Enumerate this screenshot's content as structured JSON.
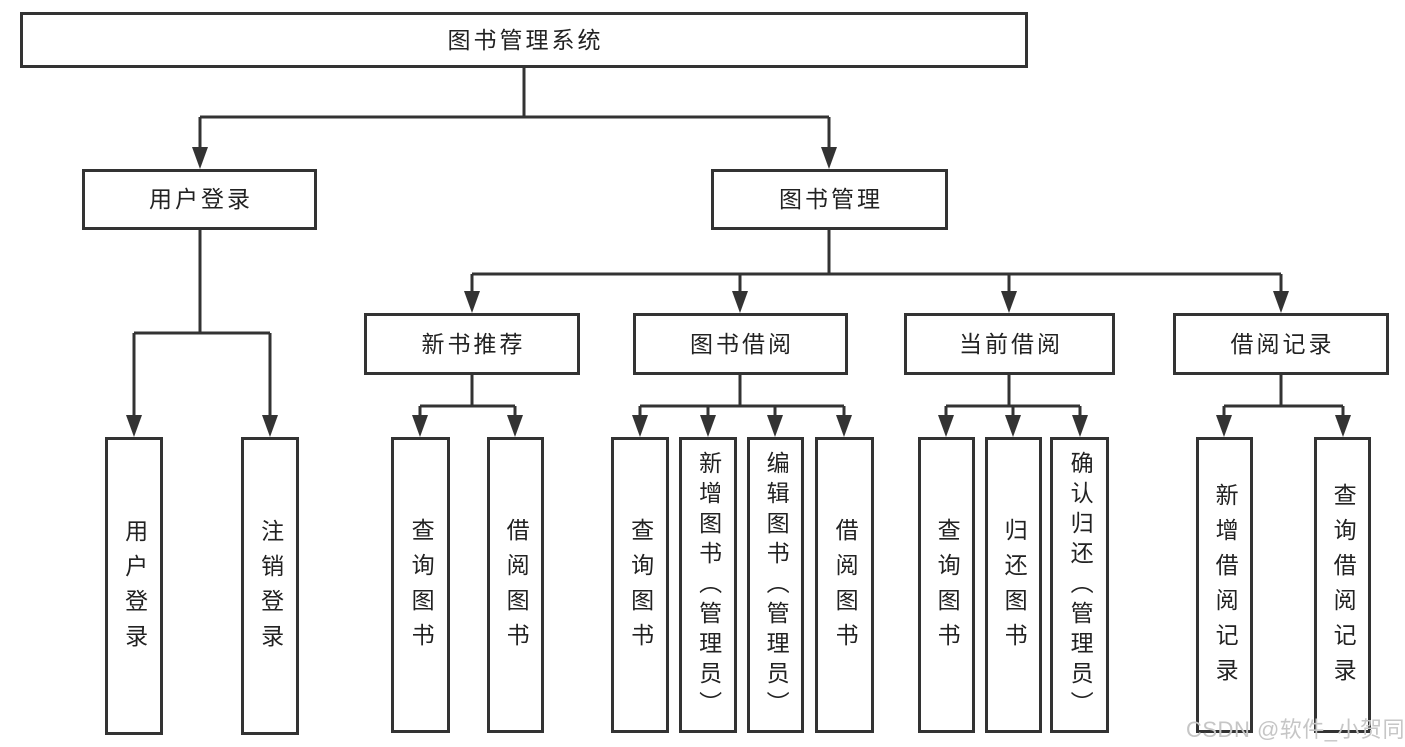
{
  "diagram": {
    "root": {
      "label": "图书管理系统",
      "children": [
        {
          "label": "用户登录",
          "children": [
            {
              "label": "用户登录"
            },
            {
              "label": "注销登录"
            }
          ]
        },
        {
          "label": "图书管理",
          "children": [
            {
              "label": "新书推荐",
              "children": [
                {
                  "label": "查询图书"
                },
                {
                  "label": "借阅图书"
                }
              ]
            },
            {
              "label": "图书借阅",
              "children": [
                {
                  "label": "查询图书"
                },
                {
                  "label": "新增图书（管理员）"
                },
                {
                  "label": "编辑图书（管理员）"
                },
                {
                  "label": "借阅图书"
                }
              ]
            },
            {
              "label": "当前借阅",
              "children": [
                {
                  "label": "查询图书"
                },
                {
                  "label": "归还图书"
                },
                {
                  "label": "确认归还（管理员）"
                }
              ]
            },
            {
              "label": "借阅记录",
              "children": [
                {
                  "label": "新增借阅记录"
                },
                {
                  "label": "查询借阅记录"
                }
              ]
            }
          ]
        }
      ]
    }
  },
  "watermark": {
    "text": "CSDN @软件_小贺同学"
  },
  "colors": {
    "line": "#333333",
    "border": "#333333",
    "text": "#222222",
    "watermark": "#c6c6c6",
    "background": "#ffffff"
  }
}
